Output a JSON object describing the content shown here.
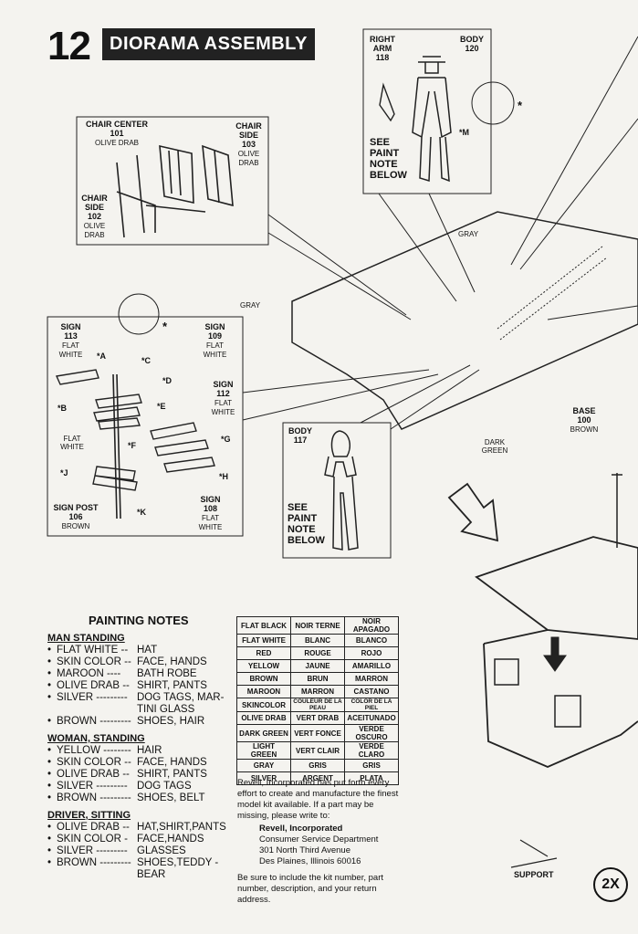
{
  "step": {
    "number": "12",
    "title": "DIORAMA ASSEMBLY"
  },
  "chair": {
    "center": {
      "name": "CHAIR CENTER",
      "part": "101",
      "color": "OLIVE DRAB"
    },
    "side_right": {
      "name": "CHAIR SIDE",
      "part": "103",
      "color": "OLIVE DRAB"
    },
    "side_left": {
      "name": "CHAIR SIDE",
      "part": "102",
      "color": "OLIVE DRAB"
    }
  },
  "man": {
    "arm": {
      "name": "RIGHT ARM",
      "part": "118"
    },
    "body": {
      "name": "BODY",
      "part": "120"
    },
    "note": "SEE PAINT NOTE BELOW",
    "marker_m": "M"
  },
  "woman": {
    "body": {
      "name": "BODY",
      "part": "117"
    },
    "note": "SEE PAINT NOTE BELOW"
  },
  "signs": {
    "s113": {
      "name": "SIGN",
      "part": "113",
      "color": "FLAT WHITE"
    },
    "s109": {
      "name": "SIGN",
      "part": "109",
      "color": "FLAT WHITE"
    },
    "s112": {
      "name": "SIGN",
      "part": "112",
      "color": "FLAT WHITE"
    },
    "s108": {
      "name": "SIGN",
      "part": "108",
      "color": "FLAT WHITE"
    },
    "post": {
      "name": "SIGN POST",
      "part": "106",
      "color": "BROWN"
    },
    "flat_white": "FLAT WHITE",
    "letters": [
      "A",
      "B",
      "C",
      "D",
      "E",
      "F",
      "G",
      "H",
      "J",
      "K"
    ]
  },
  "base": {
    "name": "BASE",
    "part": "100",
    "color": "BROWN",
    "gray1": "GRAY",
    "gray2": "GRAY",
    "dark_green": "DARK GREEN"
  },
  "support": "SUPPORT",
  "twox": "2X",
  "painting_notes": {
    "title": "PAINTING NOTES",
    "groups": [
      {
        "heading": "MAN STANDING",
        "items": [
          {
            "color": "FLAT WHITE --",
            "value": "HAT"
          },
          {
            "color": "SKIN COLOR --",
            "value": "FACE, HANDS"
          },
          {
            "color": "MAROON ----",
            "value": "BATH ROBE"
          },
          {
            "color": "OLIVE DRAB --",
            "value": "SHIRT, PANTS"
          },
          {
            "color": "SILVER ---------",
            "value": "DOG TAGS, MAR-TINI GLASS"
          },
          {
            "color": "BROWN ---------",
            "value": "SHOES, HAIR"
          }
        ]
      },
      {
        "heading": "WOMAN, STANDING",
        "items": [
          {
            "color": "YELLOW --------",
            "value": "HAIR"
          },
          {
            "color": "SKIN COLOR --",
            "value": "FACE, HANDS"
          },
          {
            "color": "OLIVE DRAB --",
            "value": "SHIRT, PANTS"
          },
          {
            "color": "SILVER ---------",
            "value": "DOG TAGS"
          },
          {
            "color": "BROWN ---------",
            "value": "SHOES, BELT"
          }
        ]
      },
      {
        "heading": "DRIVER, SITTING",
        "items": [
          {
            "color": "OLIVE DRAB --",
            "value": "HAT,SHIRT,PANTS"
          },
          {
            "color": "SKIN COLOR -",
            "value": "FACE,HANDS"
          },
          {
            "color": "SILVER ---------",
            "value": "GLASSES"
          },
          {
            "color": "BROWN ---------",
            "value": "SHOES,TEDDY - BEAR"
          }
        ]
      }
    ]
  },
  "color_table": [
    [
      "FLAT BLACK",
      "NOIR TERNE",
      "NOIR APAGADO"
    ],
    [
      "FLAT WHITE",
      "BLANC",
      "BLANCO"
    ],
    [
      "RED",
      "ROUGE",
      "ROJO"
    ],
    [
      "YELLOW",
      "JAUNE",
      "AMARILLO"
    ],
    [
      "BROWN",
      "BRUN",
      "MARRON"
    ],
    [
      "MAROON",
      "MARRON",
      "CASTANO"
    ],
    [
      "SKINCOLOR",
      "COULEUR DE LA PEAU",
      "COLOR DE LA PIEL"
    ],
    [
      "OLIVE DRAB",
      "VERT DRAB",
      "ACEITUNADO"
    ],
    [
      "DARK GREEN",
      "VERT FONCE",
      "VERDE OSCURO"
    ],
    [
      "LIGHT GREEN",
      "VERT CLAIR",
      "VERDE CLARO"
    ],
    [
      "GRAY",
      "GRIS",
      "GRIS"
    ],
    [
      "SILVER",
      "ARGENT",
      "PLATA"
    ]
  ],
  "revell": {
    "intro": "Revell, Incorporated has put forth every effort to create and manufacture the finest model kit available. If a part may be missing, please write to:",
    "company": "Revell, Incorporated",
    "addr1": "Consumer Service Department",
    "addr2": "301 North Third Avenue",
    "addr3": "Des Plaines, Illinois 60016",
    "footer": "Be sure to include the kit number, part number, description, and your return address."
  }
}
